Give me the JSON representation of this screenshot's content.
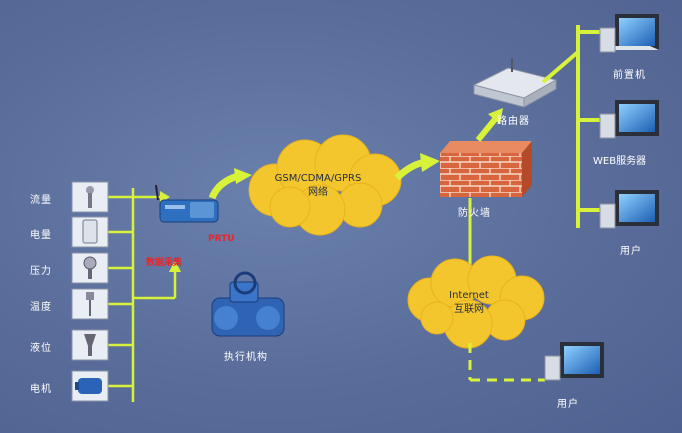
{
  "sensors": [
    "流量",
    "电量",
    "压力",
    "温度",
    "液位",
    "电机"
  ],
  "rtu_label": "PRTU",
  "collector_label": "数据采集",
  "actuator_label": "执行机构",
  "cloud_gsm": {
    "line1": "GSM/CDMA/GPRS",
    "line2": "网络"
  },
  "firewall_label": "防火墙",
  "router_label": "路由器",
  "cloud_internet": {
    "line1": "Internet",
    "line2": "互联网"
  },
  "computers": {
    "front": "前置机",
    "web": "WEB服务器",
    "user1": "用户",
    "user2": "用户"
  },
  "colors": {
    "bg": "#5b6f9c",
    "link_green": "#d8f23a",
    "cloud": "#f4c62e",
    "brick": "#d8633c",
    "rtu_red": "#e8262a"
  }
}
